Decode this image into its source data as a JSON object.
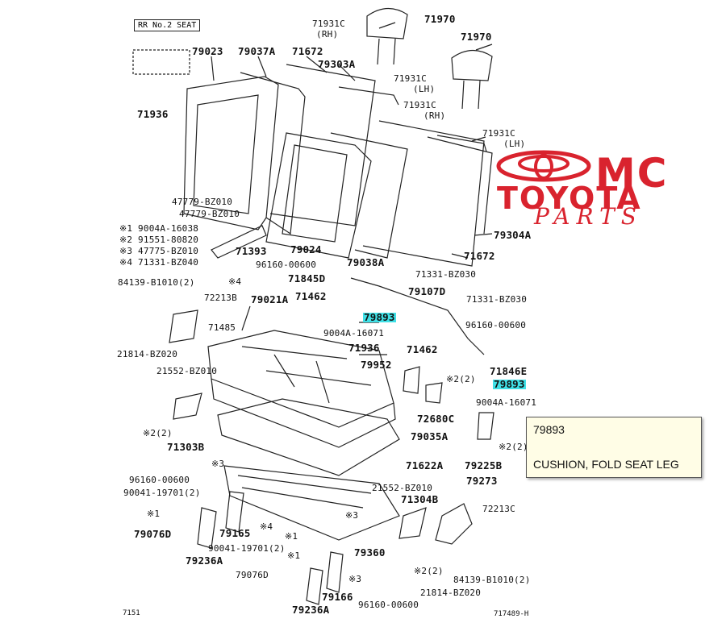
{
  "header_box": "RR No.2 SEAT",
  "part_numbers": {
    "p79023": "79023",
    "p79037a": "79037A",
    "p71672a": "71672",
    "p79303a": "79303A",
    "p71931c_rh1": "71931C",
    "p71931c_rh1_side": "(RH)",
    "p71970a": "71970",
    "p71970b": "71970",
    "p71931c_lh1": "71931C",
    "p71931c_lh1_side": "(LH)",
    "p71931c_rh2": "71931C",
    "p71931c_rh2_side": "(RH)",
    "p71931c_lh2": "71931C",
    "p71931c_lh2_side": "(LH)",
    "p71936a": "71936",
    "p47779_1": "47779-BZ010",
    "p47779_2": "47779-BZ010",
    "n1": "※1 9004A-16038",
    "n2": "※2 91551-80820",
    "n3": "※3 47775-BZ010",
    "n4": "※4 71331-BZ040",
    "p71393": "71393",
    "p79024": "79024",
    "p96160a": "96160-00600",
    "p79038a": "79038A",
    "p79304a": "79304A",
    "p71672b": "71672",
    "p84139a": "84139-B1010(2)",
    "p71845d": "71845D",
    "p71331a": "71331-BZ030",
    "p79107d": "79107D",
    "p72213b": "72213B",
    "p79021a": "79021A",
    "p71462a": "71462",
    "p79893a": "79893",
    "p71331b": "71331-BZ030",
    "p71485": "71485",
    "p9004a_1": "9004A-16071",
    "p96160b": "96160-00600",
    "p71936b": "71936",
    "p71462b": "71462",
    "p21814a": "21814-BZ020",
    "p79952": "79952",
    "p71846e": "71846E",
    "p21552a": "21552-BZ010",
    "p79893b": "79893",
    "x2a": "※2(2)",
    "p9004a_2": "9004A-16071",
    "p72680c": "72680C",
    "x2b": "※2(2)",
    "p79035a": "79035A",
    "p71303b": "71303B",
    "x2c": "※2(2)",
    "p71622a": "71622A",
    "p79225b": "79225B",
    "x3a": "※3",
    "p96160c": "96160-00600",
    "p90041a": "90041-19701(2)",
    "p21552b": "21552-BZ010",
    "p71304b": "71304B",
    "p79273": "79273",
    "x1a": "※1",
    "p72213c": "72213C",
    "x4a": "※4",
    "p79076d_a": "79076D",
    "p79165": "79165",
    "x1b": "※1",
    "p90041b": "90041-19701(2)",
    "p79360": "79360",
    "p79236a_1": "79236A",
    "x2d": "※2(2)",
    "p84139b": "84139-B1010(2)",
    "p79076d_b": "79076D",
    "x3b": "※3",
    "p21814b": "21814-BZ020",
    "p79166": "79166",
    "p96160d": "96160-00600",
    "p79236a_2": "79236A",
    "x1c": "※1",
    "x3c": "※3",
    "x4b": "※4"
  },
  "corner_left": "7151",
  "corner_right": "717489-H",
  "logo": {
    "mc": "MC",
    "toyota": "TOYOTA",
    "parts": "PARTS"
  },
  "tooltip": {
    "part": "79893",
    "name": "CUSHION, FOLD SEAT LEG"
  },
  "colors": {
    "highlight": "#3fe0e6",
    "logo_red": "#d9232e",
    "tooltip_bg": "#fffde6"
  }
}
